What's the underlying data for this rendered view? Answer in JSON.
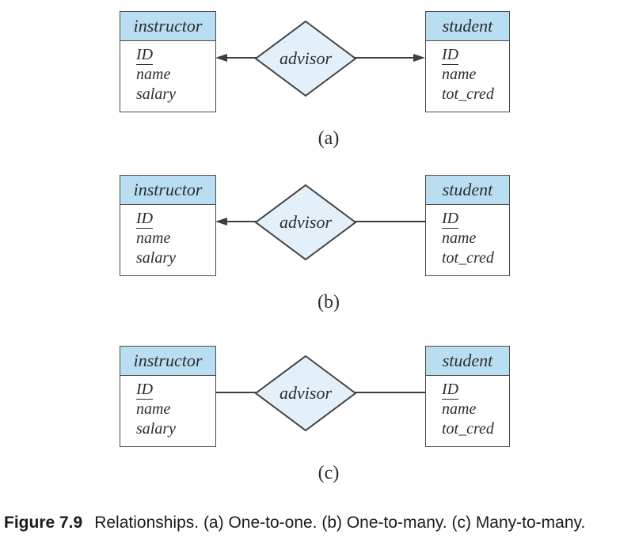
{
  "figure": {
    "caption": {
      "label": "Figure 7.9",
      "text": "Relationships. (a) One-to-one. (b) One-to-many. (c) Many-to-many."
    },
    "colors": {
      "entity_header_fill": "#b9def1",
      "diamond_fill": "#e3f0fa",
      "stroke": "#434343",
      "text": "#2d2d2d"
    },
    "panels": [
      {
        "label": "(a)",
        "cardinality": "one-to-one",
        "relationship": "advisor",
        "arrow_into_instructor": true,
        "arrow_into_student": true,
        "left_entity": {
          "title": "instructor",
          "attributes": [
            "ID",
            "name",
            "salary"
          ],
          "primary_key": "ID"
        },
        "right_entity": {
          "title": "student",
          "attributes": [
            "ID",
            "name",
            "tot_cred"
          ],
          "primary_key": "ID"
        }
      },
      {
        "label": "(b)",
        "cardinality": "one-to-many",
        "relationship": "advisor",
        "arrow_into_instructor": true,
        "arrow_into_student": false,
        "left_entity": {
          "title": "instructor",
          "attributes": [
            "ID",
            "name",
            "salary"
          ],
          "primary_key": "ID"
        },
        "right_entity": {
          "title": "student",
          "attributes": [
            "ID",
            "name",
            "tot_cred"
          ],
          "primary_key": "ID"
        }
      },
      {
        "label": "(c)",
        "cardinality": "many-to-many",
        "relationship": "advisor",
        "arrow_into_instructor": false,
        "arrow_into_student": false,
        "left_entity": {
          "title": "instructor",
          "attributes": [
            "ID",
            "name",
            "salary"
          ],
          "primary_key": "ID"
        },
        "right_entity": {
          "title": "student",
          "attributes": [
            "ID",
            "name",
            "tot_cred"
          ],
          "primary_key": "ID"
        }
      }
    ]
  }
}
